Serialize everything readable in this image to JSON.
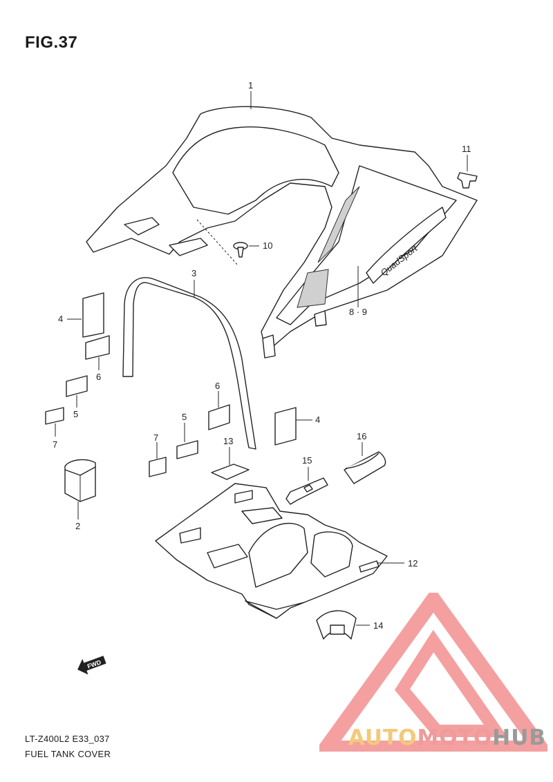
{
  "figure": {
    "title": "FIG.37"
  },
  "callouts": {
    "p1": "1",
    "p2": "2",
    "p3": "3",
    "p4a": "4",
    "p4b": "4",
    "p5a": "5",
    "p5b": "5",
    "p6a": "6",
    "p6b": "6",
    "p7a": "7",
    "p7b": "7",
    "p8_9": "8 · 9",
    "p10": "10",
    "p11": "11",
    "p12": "12",
    "p13": "13",
    "p14": "14",
    "p15": "15",
    "p16": "16"
  },
  "decal_text": "QuadSport",
  "fwd_label": "FWD",
  "footer": {
    "model_code": "LT-Z400L2 E33_037",
    "model_name": "FUEL TANK COVER"
  },
  "watermark": {
    "part1": "AUTO",
    "part2": "MOTO",
    "part3": "HUB"
  },
  "colors": {
    "watermark_red": "#f4a0a0",
    "watermark_orange": "#f3c97a",
    "watermark_gray": "#9a9a9a"
  }
}
